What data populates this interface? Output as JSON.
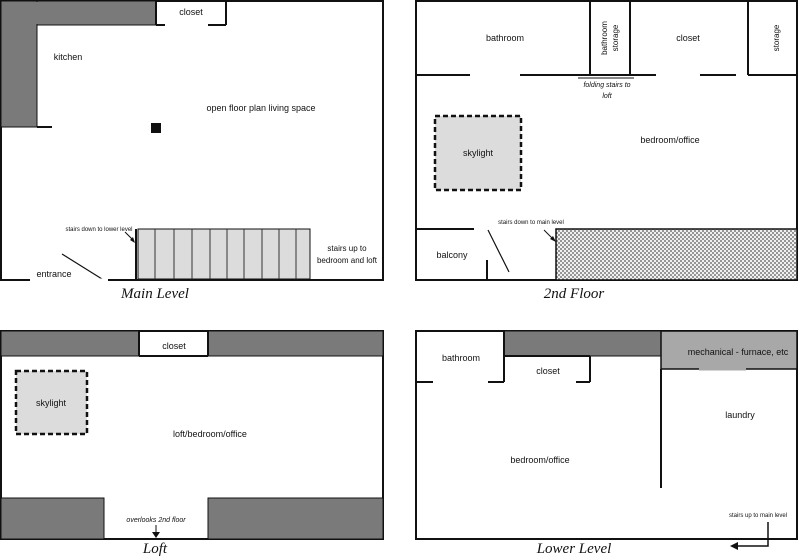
{
  "main_level": {
    "caption": "Main Level",
    "closet": "closet",
    "kitchen": "kitchen",
    "living_space": "open floor plan living space",
    "stairs_down": "stairs down to lower level",
    "stairs_up_1": "stairs up to",
    "stairs_up_2": "bedroom and loft",
    "entrance": "entrance"
  },
  "second_floor": {
    "caption": "2nd Floor",
    "bathroom": "bathroom",
    "bathroom_storage_1": "bathroom",
    "bathroom_storage_2": "storage",
    "closet": "closet",
    "storage": "storage",
    "folding_stairs_1": "folding stairs to",
    "folding_stairs_2": "loft",
    "skylight": "skylight",
    "bedroom_office": "bedroom/office",
    "stairs_down": "stairs down to main level",
    "balcony": "balcony"
  },
  "loft": {
    "caption": "Loft",
    "closet": "closet",
    "skylight": "skylight",
    "room": "loft/bedroom/office",
    "overlooks": "overlooks 2nd floor"
  },
  "lower_level": {
    "caption": "Lower Level",
    "bathroom": "bathroom",
    "closet": "closet",
    "mechanical": "mechanical - furnace, etc",
    "laundry": "laundry",
    "bedroom_office": "bedroom/office",
    "stairs_up": "stairs up to main level"
  },
  "colors": {
    "wall_fill": "#7a7a7a",
    "light_fill": "#dcdcdc",
    "line": "#111111"
  }
}
